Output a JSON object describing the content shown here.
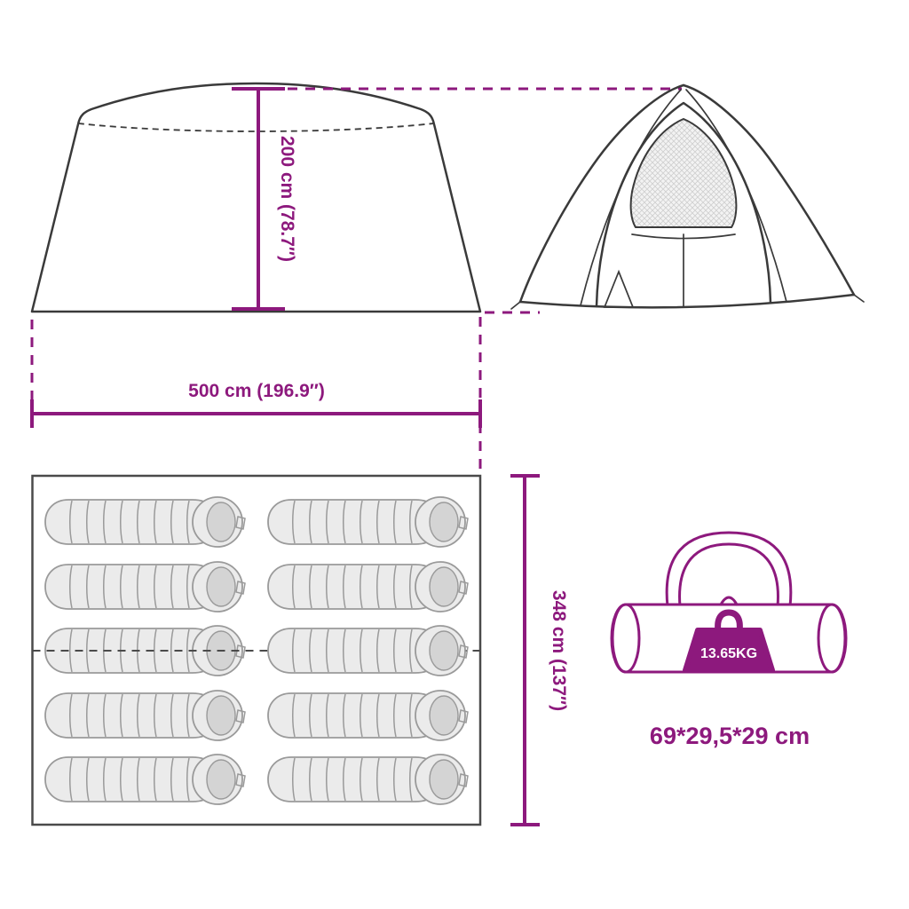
{
  "figures": {
    "side_view": "tent side view",
    "front_view": "tent front view",
    "floor_plan": "floor plan with sleeping bags",
    "carry_bag": "carry bag with weight badge"
  },
  "labels": {
    "height": "200 cm (78.7″)",
    "width": "500 cm (196.9″)",
    "depth": "348 cm (137″)",
    "weight": "13.65KG",
    "bag_size": "69*29,5*29 cm"
  },
  "floor_plan": {
    "rows": 5,
    "columns": 2,
    "sleeping_bags": 10
  },
  "colors": {
    "accent": "#8D197D",
    "line": "#3A3A3A",
    "plan_line": "#4A4A4A",
    "bag_fill": "#EBEBEB",
    "bag_hood": "#D4D4D4",
    "rib": "#9A9A9A"
  }
}
